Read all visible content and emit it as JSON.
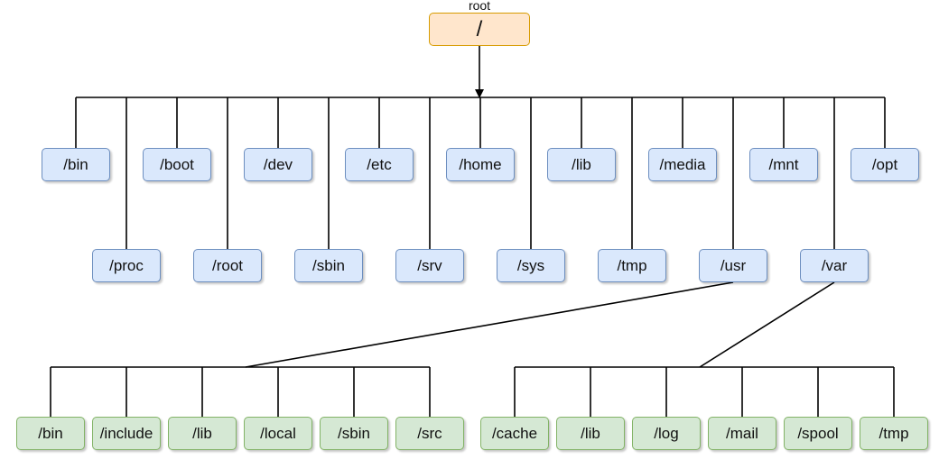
{
  "root": {
    "caption": "root",
    "label": "/"
  },
  "top_row": [
    "/bin",
    "/boot",
    "/dev",
    "/etc",
    "/home",
    "/lib",
    "/media",
    "/mnt",
    "/opt"
  ],
  "second_row": [
    "/proc",
    "/root",
    "/sbin",
    "/srv",
    "/sys",
    "/tmp",
    "/usr",
    "/var"
  ],
  "usr_children": [
    "/bin",
    "/include",
    "/lib",
    "/local",
    "/sbin",
    "/src"
  ],
  "var_children": [
    "/cache",
    "/lib",
    "/log",
    "/mail",
    "/spool",
    "/tmp"
  ],
  "colors": {
    "root_fill": "#ffe6cc",
    "root_border": "#d79b00",
    "dir_fill": "#dae8fc",
    "dir_border": "#6c8ebf",
    "sub_fill": "#d5e8d4",
    "sub_border": "#82b366",
    "line": "#000000"
  }
}
